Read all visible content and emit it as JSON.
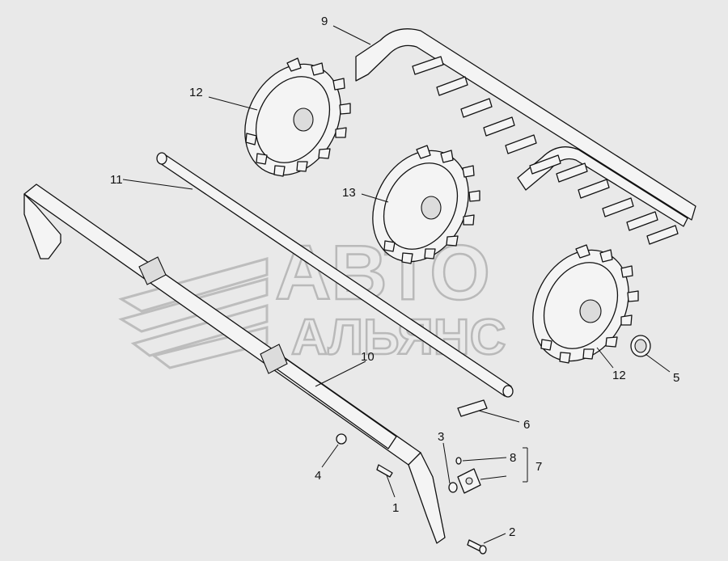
{
  "watermark": {
    "line1": "АВТО",
    "line2": "АЛЬЯНС"
  },
  "callouts": [
    {
      "id": "1",
      "text": "1"
    },
    {
      "id": "2",
      "text": "2"
    },
    {
      "id": "3",
      "text": "3"
    },
    {
      "id": "4",
      "text": "4"
    },
    {
      "id": "5",
      "text": "5"
    },
    {
      "id": "6",
      "text": "6"
    },
    {
      "id": "7",
      "text": "7"
    },
    {
      "id": "8",
      "text": "8"
    },
    {
      "id": "9",
      "text": "9"
    },
    {
      "id": "10",
      "text": "10"
    },
    {
      "id": "11",
      "text": "11"
    },
    {
      "id": "12a",
      "text": "12"
    },
    {
      "id": "12b",
      "text": "12"
    },
    {
      "id": "13",
      "text": "13"
    }
  ]
}
